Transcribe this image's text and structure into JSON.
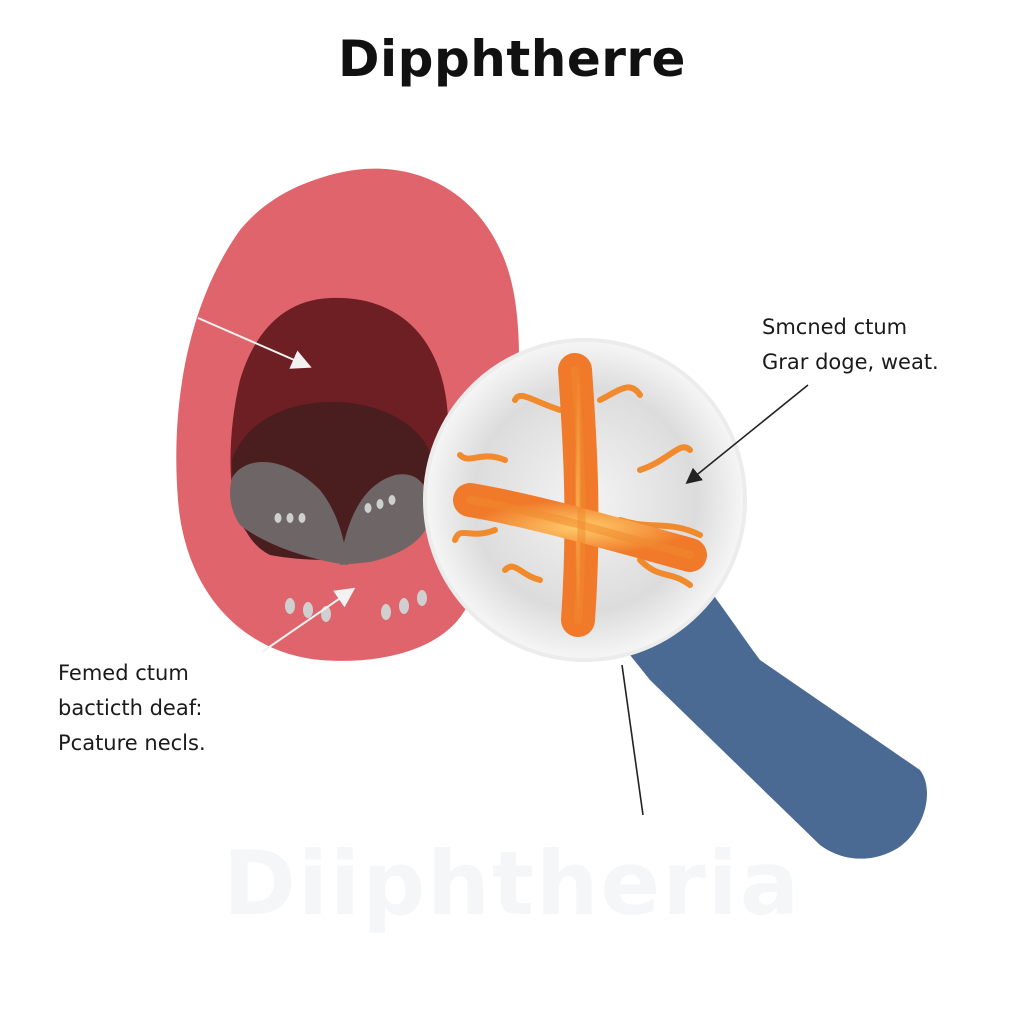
{
  "title": "Dipphtherre",
  "annotation_right": {
    "lines": [
      "Smcned ctum",
      "Grar doge, weat."
    ]
  },
  "annotation_left": {
    "lines": [
      "Femed ctum",
      "bacticth deaf:",
      "Pcature necls."
    ]
  },
  "watermark": "Diiphtheria",
  "colors": {
    "mouth_outer": "#e0646b",
    "mouth_inner": "#6e1f24",
    "throat": "#4a1e1f",
    "membrane": "#6d6566",
    "lens_glass": "#dfe0e1",
    "bacteria": "#f08a2c",
    "handle": "#4a6a94"
  },
  "icons": [
    "mouth-illustration",
    "magnifying-glass-icon",
    "bacteria-icon"
  ]
}
